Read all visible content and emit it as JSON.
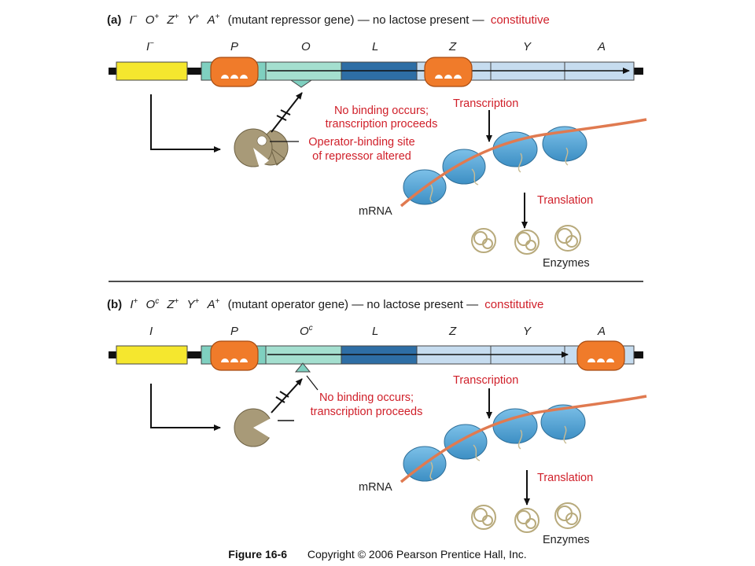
{
  "panels": [
    {
      "label": "(a)",
      "genotype": [
        {
          "g": "I",
          "s": "−"
        },
        {
          "g": "O",
          "s": "+"
        },
        {
          "g": "Z",
          "s": "+"
        },
        {
          "g": "Y",
          "s": "+"
        },
        {
          "g": "A",
          "s": "+"
        }
      ],
      "title_black": "(mutant repressor gene) — no lactose present —",
      "title_red": "constitutive",
      "genes": [
        "I",
        "P",
        "O",
        "L",
        "Z",
        "Y",
        "A"
      ],
      "gene_sup": [
        "−",
        "",
        "",
        "",
        "",
        "",
        ""
      ],
      "no_binding": [
        "No binding occurs;",
        "transcription proceeds"
      ],
      "site_note": [
        "Operator-binding site",
        "of repressor altered"
      ],
      "transcription": "Transcription",
      "translation": "Translation",
      "mrna": "mRNA",
      "enzymes": "Enzymes"
    },
    {
      "label": "(b)",
      "genotype": [
        {
          "g": "I",
          "s": "+"
        },
        {
          "g": "O",
          "s": "c"
        },
        {
          "g": "Z",
          "s": "+"
        },
        {
          "g": "Y",
          "s": "+"
        },
        {
          "g": "A",
          "s": "+"
        }
      ],
      "title_black": "(mutant operator gene) — no lactose present —",
      "title_red": "constitutive",
      "genes": [
        "I",
        "P",
        "O",
        "L",
        "Z",
        "Y",
        "A"
      ],
      "gene_sup": [
        "",
        "",
        "c",
        "",
        "",
        "",
        ""
      ],
      "no_binding": [
        "No binding occurs;",
        "transcription proceeds"
      ],
      "transcription": "Transcription",
      "translation": "Translation",
      "mrna": "mRNA",
      "enzymes": "Enzymes"
    }
  ],
  "caption": {
    "figure": "Figure 16-6",
    "copyright": "Copyright © 2006 Pearson Prentice Hall, Inc."
  },
  "colors": {
    "i_gene": "#f5e72e",
    "promoter": "#7fd0c0",
    "operator": "#a4dfcf",
    "leader": "#2e6ea5",
    "structural": "#c6dcef",
    "polymerase": "#f07b2a",
    "repressor": "#a89a78",
    "ribosome": "#5aa8d8",
    "mrna": "#e07a50",
    "label_red": "#d0202a"
  }
}
